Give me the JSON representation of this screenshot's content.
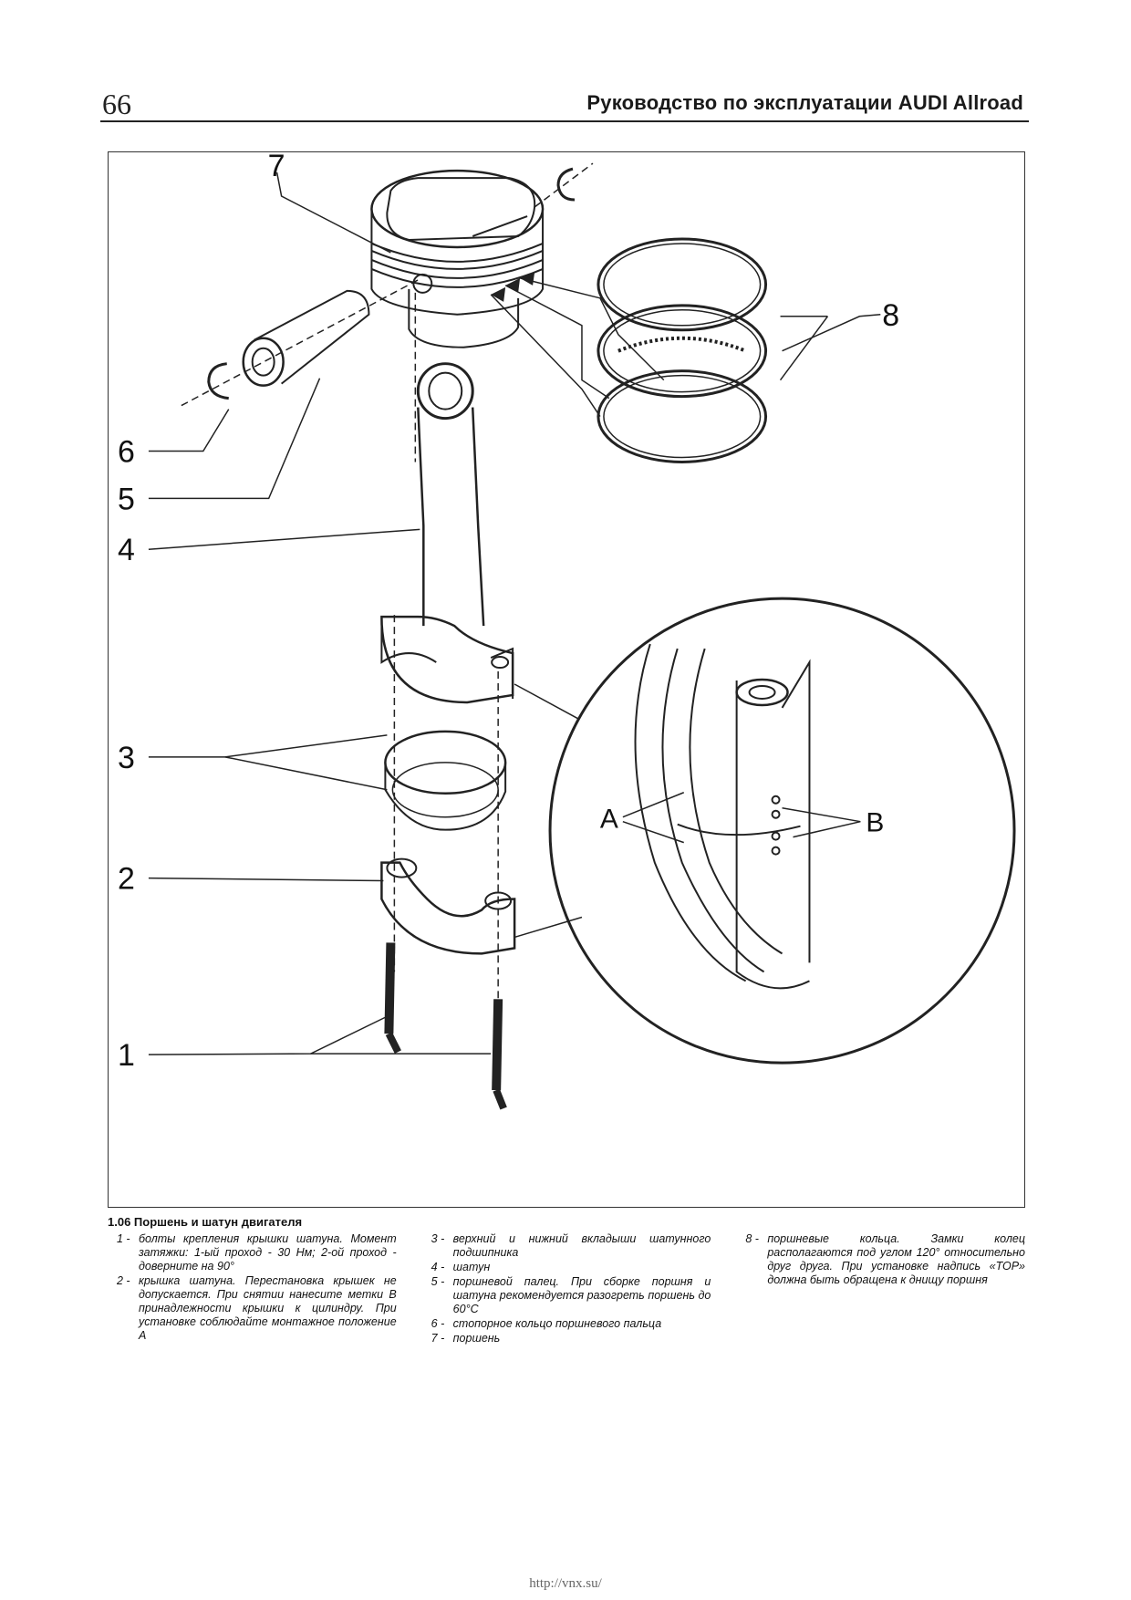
{
  "header": {
    "page_number": "66",
    "title": "Руководство по эксплуатации AUDI Allroad"
  },
  "figure": {
    "callouts": [
      "1",
      "2",
      "3",
      "4",
      "5",
      "6",
      "7",
      "8"
    ],
    "detail_markers": {
      "a": "A",
      "b": "B"
    }
  },
  "caption": {
    "title": "1.06 Поршень и шатун двигателя",
    "columns": [
      [
        {
          "num": "1 -",
          "text": "болты крепления крышки шатуна. Момент затяжки: 1-ый проход - 30 Нм; 2-ой проход - доверните на 90°"
        },
        {
          "num": "2 -",
          "text": "крышка шатуна. Перестановка крышек не допускается. При снятии нанесите метки В принадлежности крышки к цилиндру. При установке соблюдайте монтажное положение А"
        }
      ],
      [
        {
          "num": "3 -",
          "text": "верхний и нижний вкладыши шатунного подшипника"
        },
        {
          "num": "4 -",
          "text": "шатун"
        },
        {
          "num": "5 -",
          "text": "поршневой палец. При сборке поршня и шатуна рекомендуется разогреть поршень до 60°С"
        },
        {
          "num": "6 -",
          "text": "стопорное кольцо поршневого пальца"
        },
        {
          "num": "7 -",
          "text": "поршень"
        }
      ],
      [
        {
          "num": "8 -",
          "text": "поршневые кольца. Замки колец располагаются под углом 120° относительно друг друга. При установке надпись «TOP» должна быть обращена к днищу поршня"
        }
      ]
    ]
  },
  "footer": {
    "url": "http://vnx.su/"
  }
}
